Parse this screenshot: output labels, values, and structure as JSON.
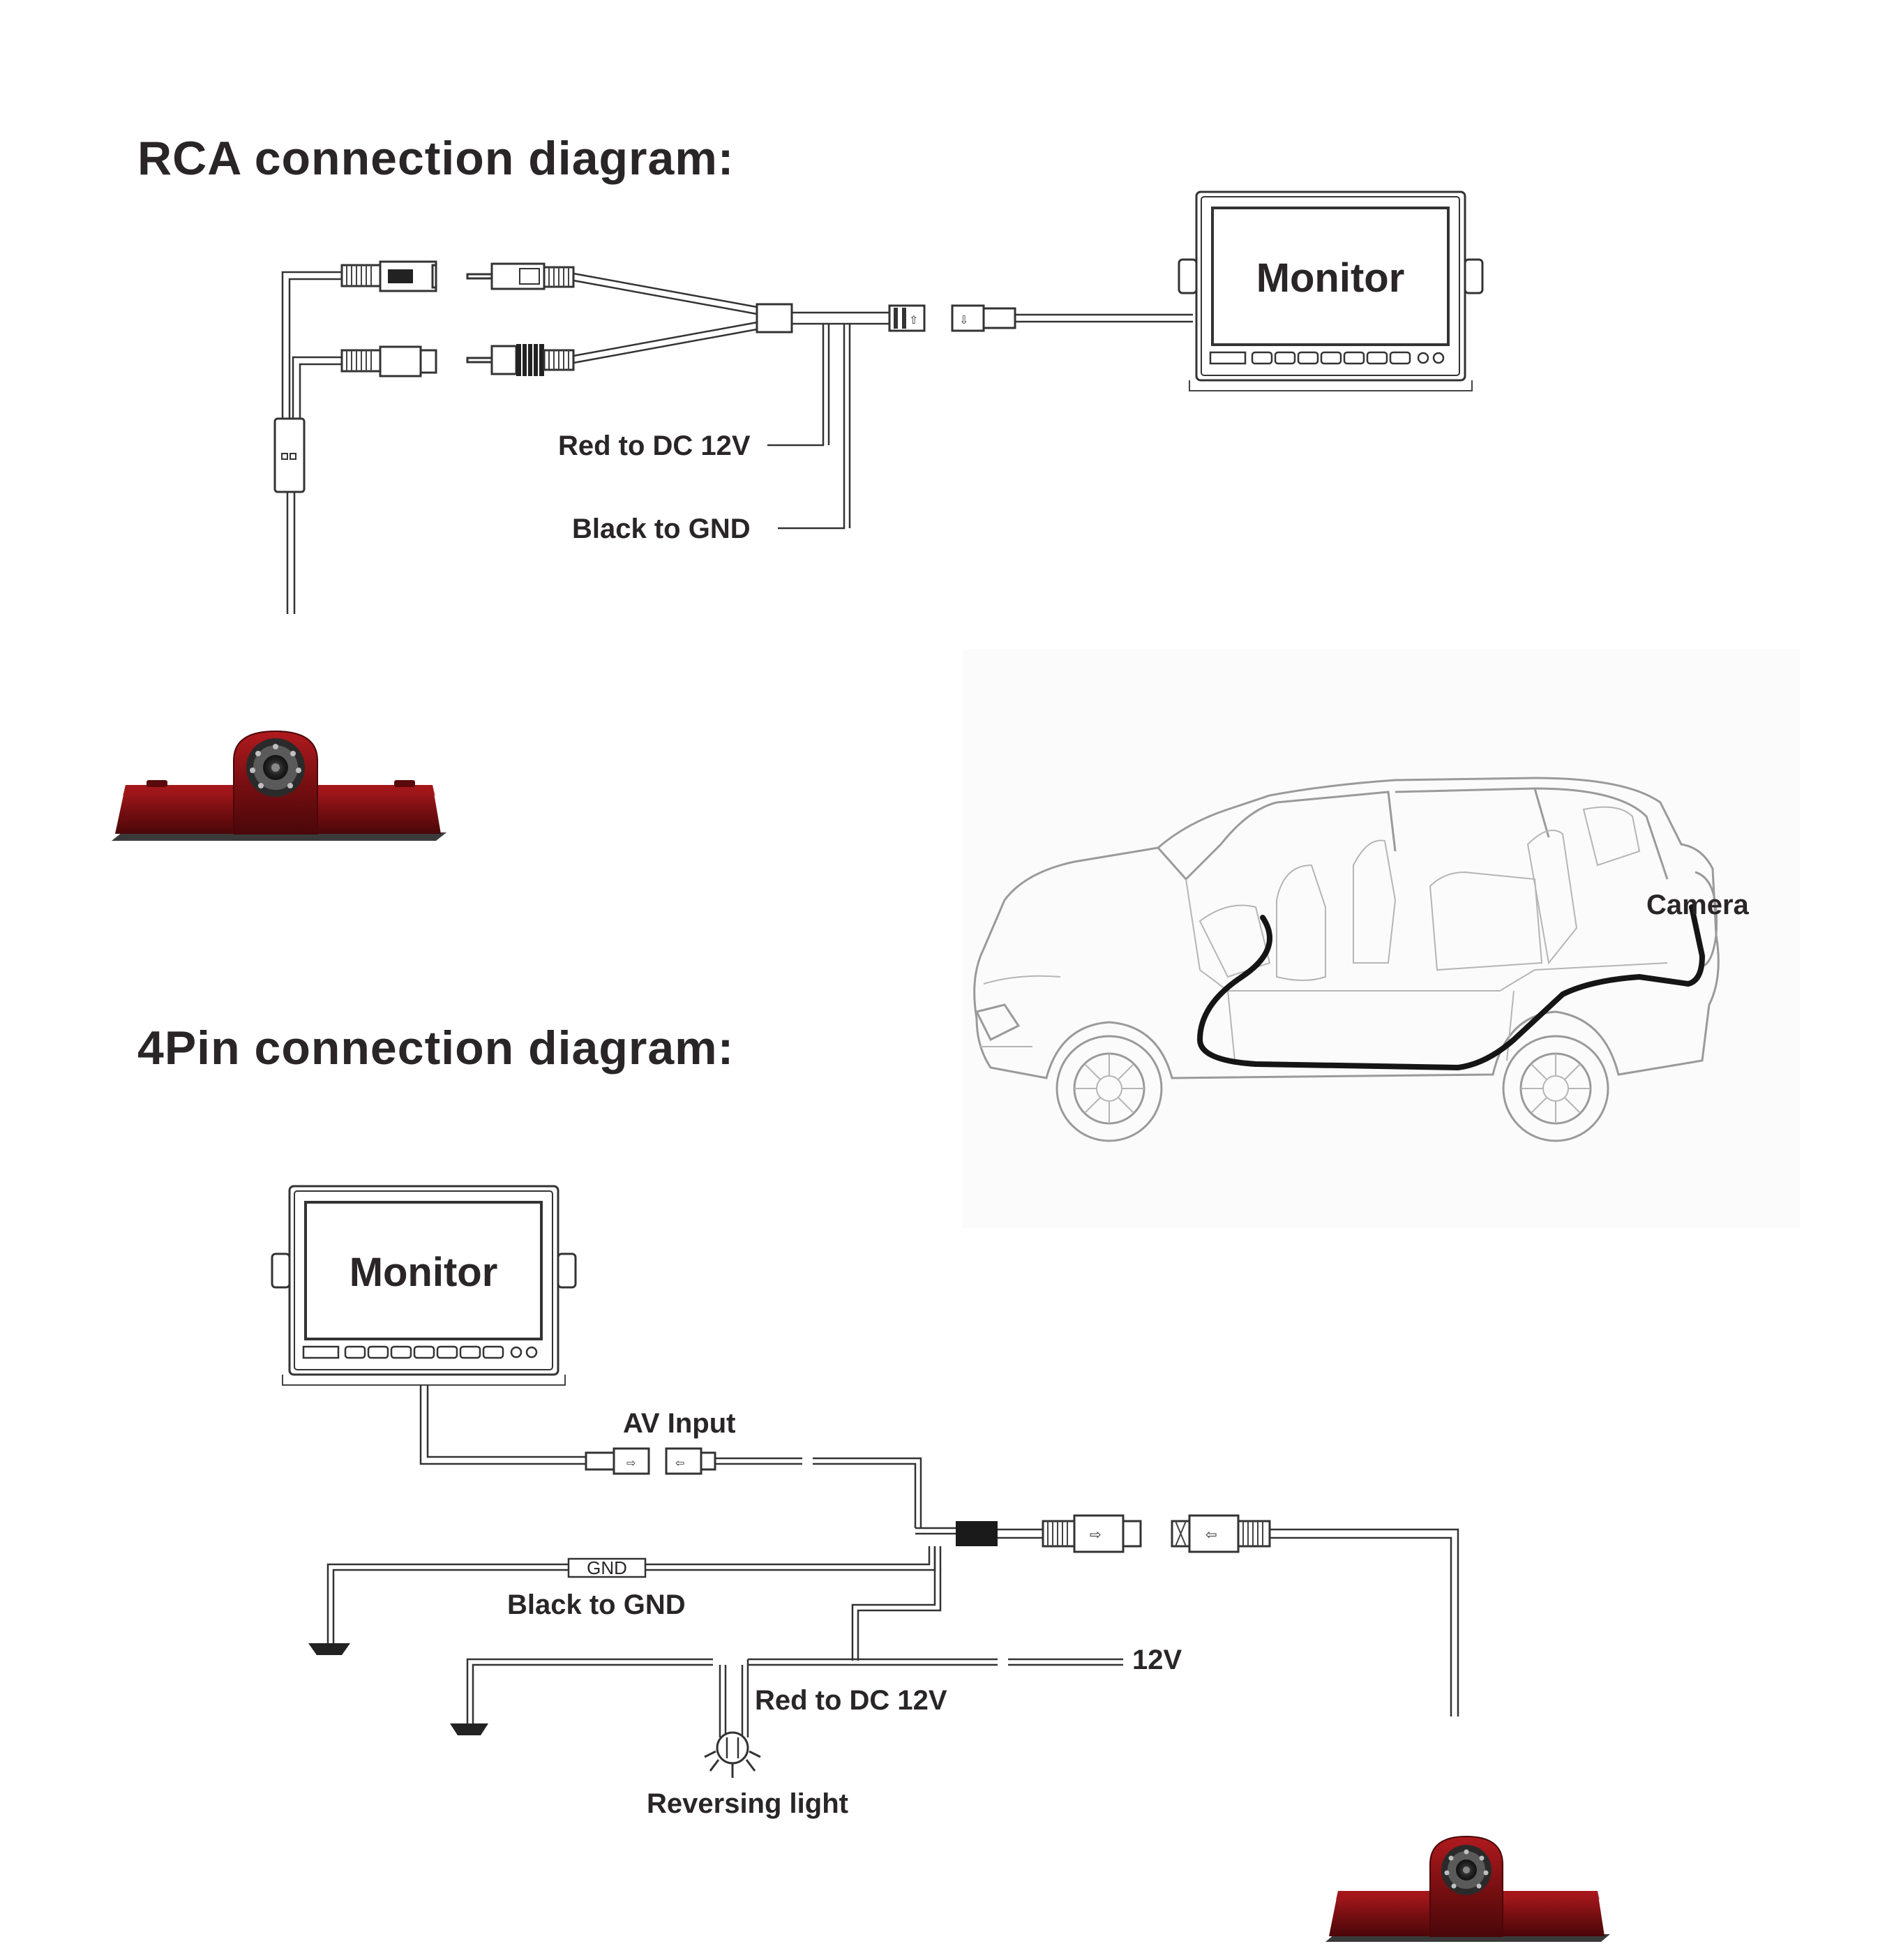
{
  "rca": {
    "title": "RCA connection diagram:",
    "monitor_label": "Monitor",
    "red_label": "Red to DC 12V",
    "black_label": "Black to GND"
  },
  "car": {
    "camera_label": "Camera"
  },
  "pin4": {
    "title": "4Pin connection diagram:",
    "monitor_label": "Monitor",
    "av_input_label": "AV Input",
    "gnd_tag": "GND",
    "black_label": "Black to GND",
    "twelve_v_label": "12V",
    "red_label": "Red to DC 12V",
    "reversing_label": "Reversing light"
  },
  "colors": {
    "camera_red": "#7a0f12",
    "camera_dark": "#2a2a2a",
    "line": "#333333",
    "text": "#2a2526"
  }
}
